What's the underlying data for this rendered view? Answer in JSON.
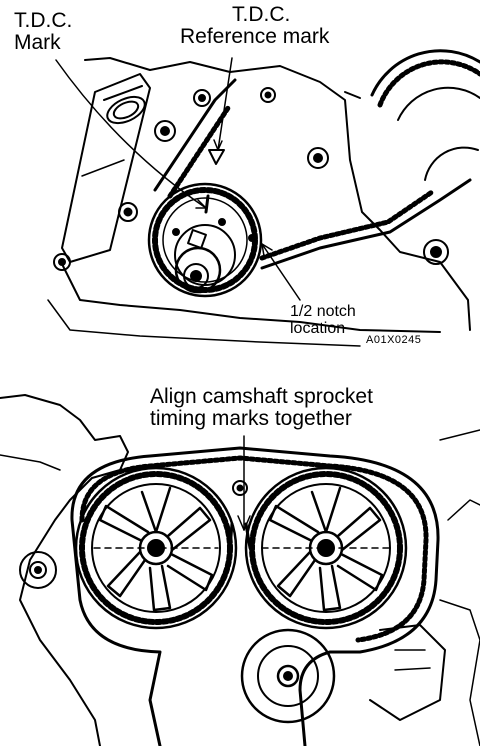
{
  "top_diagram": {
    "tdc_mark_line1": "T.D.C.",
    "tdc_mark_line2": "Mark",
    "tdc_reference_line1": "T.D.C.",
    "tdc_reference_line2": "Reference mark",
    "notch_line1": "1/2 notch",
    "notch_line2": "location",
    "figure_code": "A01X0245"
  },
  "bottom_diagram": {
    "caption_line1": "Align camshaft sprocket",
    "caption_line2": "timing marks together"
  },
  "colors": {
    "ink": "#000000",
    "paper": "#ffffff"
  }
}
